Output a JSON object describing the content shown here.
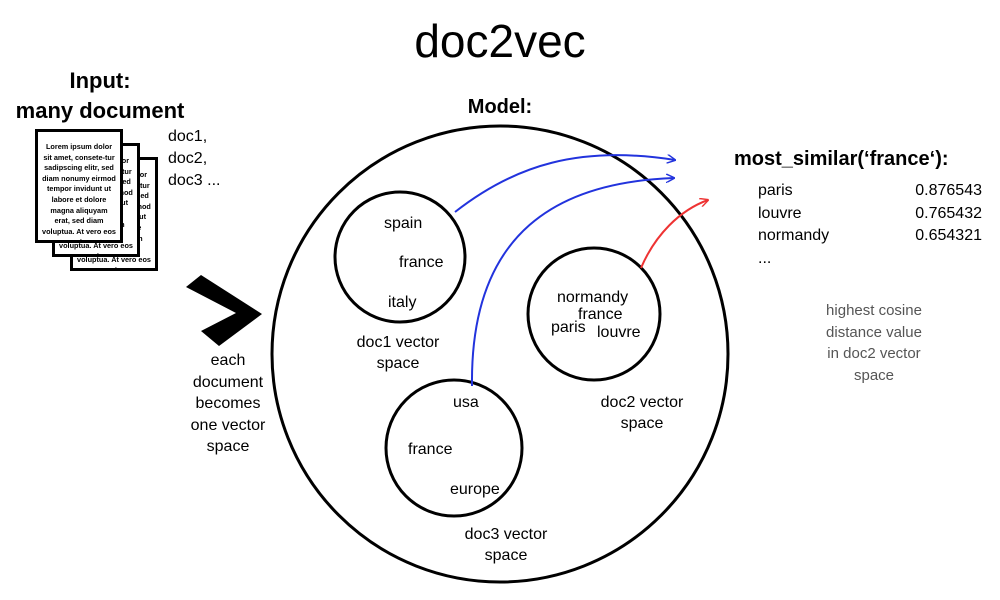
{
  "title": "doc2vec",
  "input": {
    "heading_line1": "Input:",
    "heading_line2": "many document",
    "doc_text": "Lorem ipsum dolor sit amet, consete-tur sadipscing elitr, sed diam nonumy eirmod tempor invidunt ut labore et dolore magna aliquyam erat, sed diam voluptua. At vero eos et",
    "doc_labels": [
      "doc1,",
      "doc2,",
      "doc3 ..."
    ]
  },
  "caption": [
    "each",
    "document",
    "becomes",
    "one vector",
    "space"
  ],
  "model": {
    "label": "Model:",
    "spaces": [
      {
        "words": [
          "spain",
          "france",
          "italy"
        ],
        "label": [
          "doc1 vector",
          "space"
        ]
      },
      {
        "words": [
          "normandy",
          "france",
          "paris",
          "louvre"
        ],
        "label": [
          "doc2 vector",
          "space"
        ]
      },
      {
        "words": [
          "usa",
          "france",
          "europe"
        ],
        "label": [
          "doc3 vector",
          "space"
        ]
      }
    ]
  },
  "most_similar": {
    "title": "most_similar(‘france‘):",
    "results": [
      {
        "word": "paris",
        "score": "0.876543"
      },
      {
        "word": "louvre",
        "score": "0.765432"
      },
      {
        "word": "normandy",
        "score": "0.654321"
      }
    ],
    "more": "..."
  },
  "note": [
    "highest cosine",
    "distance value",
    "in doc2 vector",
    "space"
  ],
  "colors": {
    "blue_arrow": "#2233dd",
    "red_arrow": "#ee3333",
    "note_text": "#555555"
  }
}
